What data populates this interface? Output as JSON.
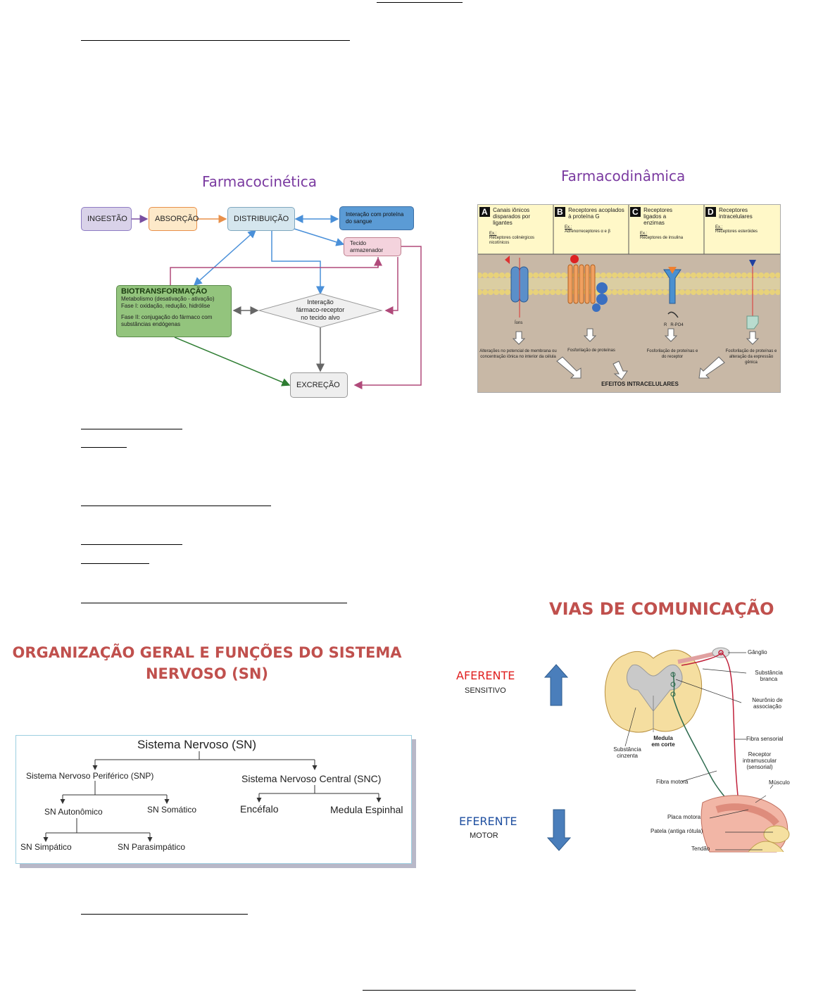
{
  "farmacocinetica": {
    "title": "Farmacocinética",
    "ingestao": "INGESTÃO",
    "absorcao": "ABSORÇÃO",
    "distribuicao": "DISTRIBUIÇÃO",
    "interacao_proteina": "Interação com proteína do sangue",
    "tecido": "Tecido armazenador",
    "biotrans_title": "BIOTRANSFORMAÇÃO",
    "biotrans_l1": "Metabolismo (desativação - ativação)",
    "biotrans_l2": "Fase I: oxidação, redução, hidrólise",
    "biotrans_l3": "Fase II: conjugação do fármaco com substâncias endógenas",
    "receptor_l1": "Interação",
    "receptor_l2": "fármaco-receptor",
    "receptor_l3": "no tecido alvo",
    "excrecao": "EXCREÇÃO"
  },
  "farmacodinamica": {
    "title": "Farmacodinâmica",
    "panels": [
      {
        "letter": "A",
        "title": "Canais iônicos disparados por ligantes",
        "ex": "Ex.:",
        "example": "Receptores colinérgicos nicotínicos",
        "effect": "Alterações no potencial de membrana ou concentração iônica no interior da célula",
        "label": "Íons"
      },
      {
        "letter": "B",
        "title": "Receptores acoplados à proteína G",
        "ex": "Ex.:",
        "example": "Adrenorreceptores α e β",
        "effect": "Fosforilação de proteínas",
        "label": ""
      },
      {
        "letter": "C",
        "title": "Receptores ligados a enzimas",
        "ex": "Ex.:",
        "example": "Receptores de insulina",
        "effect": "Fosforilação de proteínas e do receptor",
        "label": "R   R-PO4"
      },
      {
        "letter": "D",
        "title": "Receptores intracelulares",
        "ex": "Ex.:",
        "example": "Receptores esteróides",
        "effect": "Fosforilação de proteínas e alteração da expressão gênica",
        "label": ""
      }
    ],
    "footer": "EFEITOS INTRACELULARES"
  },
  "vias": {
    "title": "VIAS DE COMUNICAÇÃO",
    "aferente": "AFERENTE",
    "sensitivo": "SENSITIVO",
    "eferente": "EFERENTE",
    "motor": "MOTOR",
    "labels": {
      "ganglio": "Gânglio",
      "subst_branca": "Substância branca",
      "neuronio": "Neurônio de associação",
      "medula": "Medula em corte",
      "fibra_sensorial": "Fibra sensorial",
      "subst_cinzenta": "Substância cinzenta",
      "receptor": "Receptor intramuscular (sensorial)",
      "fibra_motora": "Fibra motora",
      "musculo": "Músculo",
      "placa": "Placa motora",
      "patela": "Patela (antiga rótula)",
      "tendao": "Tendão"
    }
  },
  "organizacao": {
    "title_l1": "ORGANIZAÇÃO GERAL E FUNÇÕES DO SISTEMA",
    "title_l2": "NERVOSO (SN)",
    "sn": "Sistema Nervoso (SN)",
    "snp": "Sistema Nervoso Periférico (SNP)",
    "snc": "Sistema Nervoso Central (SNC)",
    "autonomico": "SN Autonômico",
    "somatico": "SN Somático",
    "encefalo": "Encéfalo",
    "medula": "Medula Espinhal",
    "simpatico": "SN Simpático",
    "parassimpatico": "SN Parasimpático"
  },
  "colors": {
    "purple_title": "#7a3aa0",
    "red_title": "#c0504d",
    "arrow_blue": "#4a7ebb"
  }
}
